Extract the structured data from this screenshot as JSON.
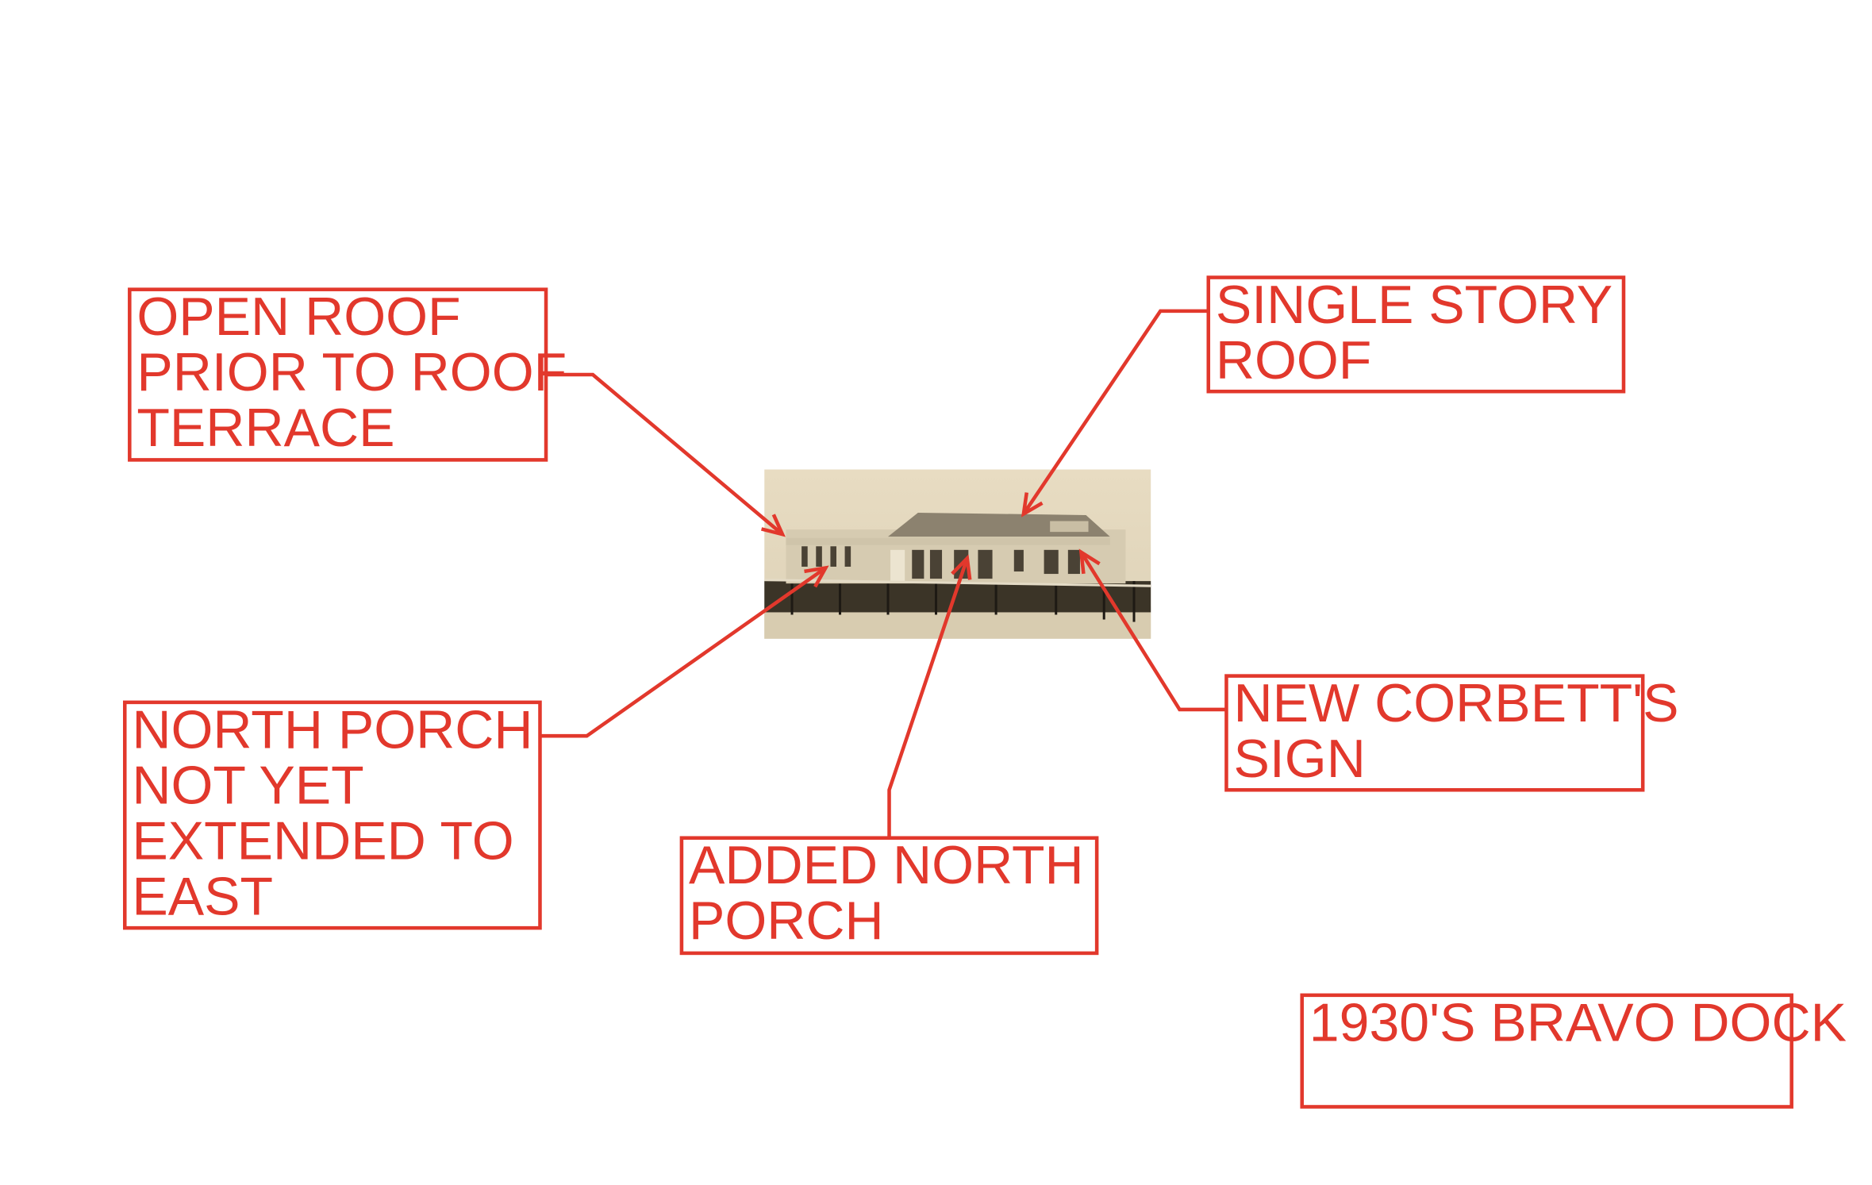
{
  "colors": {
    "annotation": "#e2382c",
    "photo_bg": "#e6dcc4"
  },
  "photo": {
    "subject": "bravo-dock-building-photo"
  },
  "annotations": [
    {
      "id": "open-roof",
      "lines": [
        "OPEN ROOF",
        "PRIOR TO ROOF",
        "TERRACE"
      ]
    },
    {
      "id": "single-story-roof",
      "lines": [
        "SINGLE STORY",
        "ROOF"
      ]
    },
    {
      "id": "north-porch-not-extended",
      "lines": [
        "NORTH PORCH",
        "NOT YET",
        "EXTENDED TO",
        "EAST"
      ]
    },
    {
      "id": "added-north-porch",
      "lines": [
        "ADDED NORTH",
        "PORCH"
      ]
    },
    {
      "id": "new-corbetts-sign",
      "lines": [
        "NEW CORBETT'S",
        "SIGN"
      ]
    }
  ],
  "caption": {
    "lines": [
      "1930'S BRAVO DOCK"
    ]
  }
}
